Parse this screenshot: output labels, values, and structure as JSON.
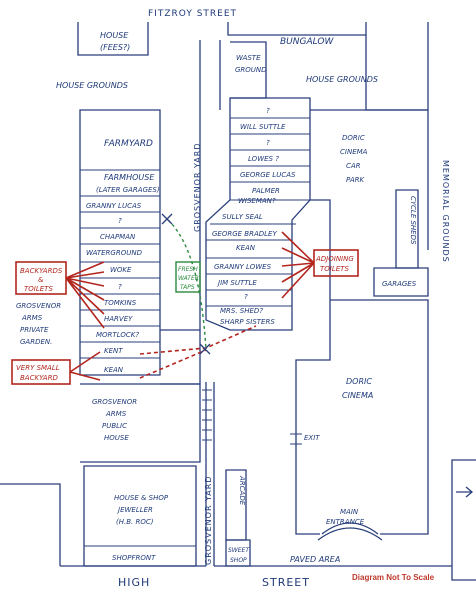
{
  "streets": {
    "fitzroy": "FITZROY STREET",
    "high_1": "HIGH",
    "high_2": "STREET",
    "grosvenor_yard_top": "GROSVENOR YARD",
    "grosvenor_yard_bottom": "GROSVENOR YARD",
    "memorial_grounds": "MEMORIAL GROUNDS"
  },
  "buildings": {
    "house_fees_1": "HOUSE",
    "house_fees_2": "(FEES?)",
    "house_grounds_left": "HOUSE GROUNDS",
    "bungalow": "BUNGALOW",
    "waste_ground_1": "WASTE",
    "waste_ground_2": "GROUND",
    "house_grounds_right": "HOUSE GROUNDS",
    "farmyard": "FARMYARD",
    "farmhouse_1": "FARMHOUSE",
    "farmhouse_2": "(LATER GARAGES)",
    "doric_car_park_1": "DORIC",
    "doric_car_park_2": "CINEMA",
    "doric_car_park_3": "CAR",
    "doric_car_park_4": "PARK",
    "cycle_sheds": "CYCLE SHEDS",
    "garages": "GARAGES",
    "grosvenor_garden_1": "GROSVENOR",
    "grosvenor_garden_2": "ARMS",
    "grosvenor_garden_3": "PRIVATE",
    "grosvenor_garden_4": "GARDEN.",
    "grosvenor_ph_1": "GROSVENOR",
    "grosvenor_ph_2": "ARMS",
    "grosvenor_ph_3": "PUBLIC",
    "grosvenor_ph_4": "HOUSE",
    "doric_cinema_1": "DORIC",
    "doric_cinema_2": "CINEMA",
    "exit": "EXIT",
    "house_shop_1": "HOUSE & SHOP",
    "house_shop_2": "JEWELLER",
    "house_shop_3": "(H.B. ROC)",
    "shopfront": "SHOPFRONT",
    "arcade": "ARCADE",
    "sweet_shop_1": "SWEET",
    "sweet_shop_2": "SHOP",
    "main_entrance_1": "MAIN",
    "main_entrance_2": "ENTRANCE",
    "paved_area": "PAVED AREA"
  },
  "left_row_houses": [
    "GRANNY LUCAS",
    "?",
    "CHAPMAN",
    "WATERGROUND",
    "WOKE",
    "?",
    "TOMKINS",
    "HARVEY",
    "MORTLOCK?",
    "KENT",
    "KEAN"
  ],
  "right_row_houses": [
    "?",
    "WILL SUTTLE",
    "?",
    "LOWES ?",
    "GEORGE LUCAS",
    "PALMER",
    "WISEMAN?",
    "SULLY SEAL",
    "GEORGE BRADLEY",
    "KEAN",
    "GRANNY LOWES",
    "JIM SUTTLE",
    "?",
    "MRS. SHED?",
    "SHARP SISTERS"
  ],
  "callouts": {
    "backyards_1": "BACKYARDS",
    "backyards_2": "&",
    "backyards_3": "TOILETS",
    "very_small_1": "VERY SMALL",
    "very_small_2": "BACKYARD",
    "fresh_1": "FRESH",
    "fresh_2": "WATER",
    "fresh_3": "TAPS",
    "adjoining_1": "ADJOINING",
    "adjoining_2": "TOILETS",
    "disclaimer": "Diagram Not To Scale"
  },
  "colors": {
    "ink": "#2a3f7c",
    "callout_red": "#b3261e",
    "tap_green": "#2b8a3e",
    "note_red": "#c0392b"
  }
}
